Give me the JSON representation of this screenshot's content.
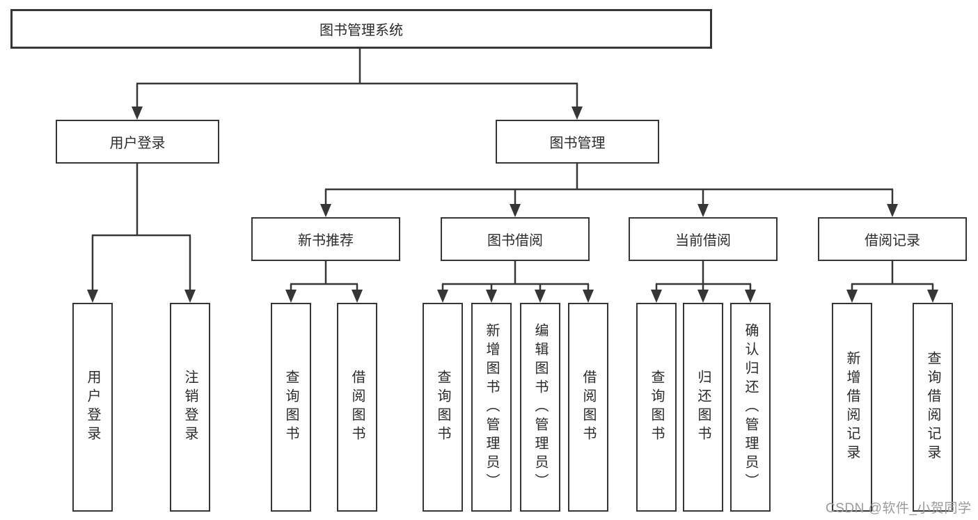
{
  "diagram": {
    "root": {
      "label": "图书管理系统"
    },
    "branches": [
      {
        "label": "用户登录",
        "children": [
          {
            "label": "用户登录"
          },
          {
            "label": "注销登录"
          }
        ]
      },
      {
        "label": "图书管理",
        "children": [
          {
            "label": "新书推荐",
            "children": [
              {
                "label": "查询图书"
              },
              {
                "label": "借阅图书"
              }
            ]
          },
          {
            "label": "图书借阅",
            "children": [
              {
                "label": "查询图书"
              },
              {
                "label": "新增图书（管理员）"
              },
              {
                "label": "编辑图书（管理员）"
              },
              {
                "label": "借阅图书"
              }
            ]
          },
          {
            "label": "当前借阅",
            "children": [
              {
                "label": "查询图书"
              },
              {
                "label": "归还图书"
              },
              {
                "label": "确认归还（管理员）"
              }
            ]
          },
          {
            "label": "借阅记录",
            "children": [
              {
                "label": "新增借阅记录"
              },
              {
                "label": "查询借阅记录"
              }
            ]
          }
        ]
      }
    ]
  },
  "watermark": {
    "text": "CSDN @软件_小贺同学"
  },
  "colors": {
    "line": "#363636",
    "text": "#2b2b2b",
    "background": "#ffffff",
    "watermark": "#9b9b9b"
  }
}
